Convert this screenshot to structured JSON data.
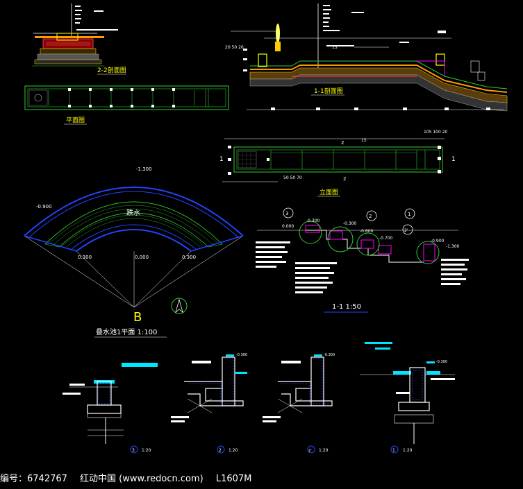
{
  "titles": {
    "section_2_2": "2-2剖面图",
    "plan": "平面图",
    "section_1_1": "1-1剖面图",
    "elevation": "立面图",
    "overflow": "跌水",
    "b_mark": "B",
    "pool_plan": "叠水池1平面 1:100",
    "section_11_scale": "1-1  1:50"
  },
  "levels": {
    "top": "-1.300",
    "left": "-0.900",
    "inner_left": "0.300",
    "inner_mid": "0.000",
    "inner_right": "0.300",
    "s_a": "0.000",
    "s_b": "-0.300",
    "s_c": "-0.300",
    "s_d": "-0.600",
    "s_e": "-0.700",
    "s_f": "-0.900",
    "s_g": "-1.300",
    "d3": "-0.300",
    "d2": "-0.300",
    "d2b": "-0.300",
    "d1": "-0.300"
  },
  "callouts": [
    "3",
    "2",
    "2'",
    "1"
  ],
  "detail_labels": [
    {
      "num": "3",
      "scale": "1:20"
    },
    {
      "num": "2",
      "scale": "1:20"
    },
    {
      "num": "2'",
      "scale": "1:20"
    },
    {
      "num": "1",
      "scale": "1:20"
    }
  ],
  "section_marks": {
    "left": "1",
    "right": "1",
    "two_a": "2",
    "two_b": "2"
  },
  "dims": {
    "d15": "15",
    "dim_a": "20 50 20",
    "dim_b": "105 100 20",
    "dim_c": "50 50 70"
  },
  "watermark": {
    "id": "编号：6742767",
    "site": "红动中国 (www.redocn.com)",
    "code": "L1607M"
  },
  "colors": {
    "bg": "#000000",
    "green": "#33cc33",
    "blue": "#2244ff",
    "cyan": "#00e5ff",
    "yellow": "#ffff00",
    "magenta": "#ff00ff",
    "white": "#ffffff",
    "orange": "#ff9900"
  }
}
